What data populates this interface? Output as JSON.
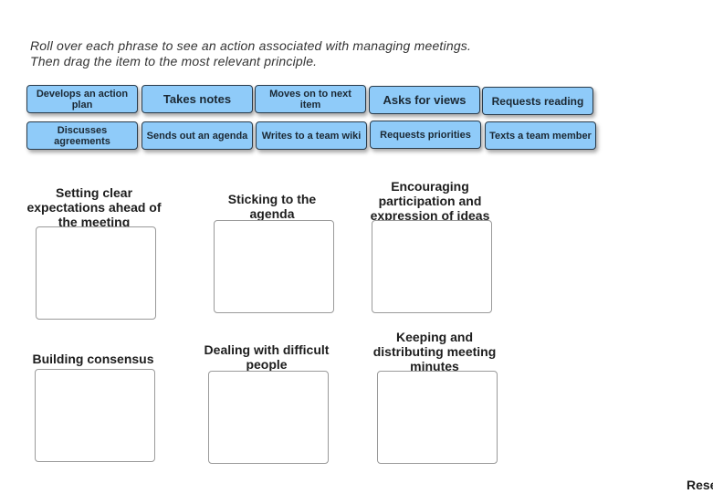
{
  "instructions": {
    "line1": "Roll over each phrase to see an action associated with managing meetings.",
    "line2": "Then drag the item to the most relevant principle."
  },
  "items": [
    "Develops an action plan",
    "Takes notes",
    "Moves on to next item",
    "Asks for views",
    "Requests reading",
    "Discusses agreements",
    "Sends out an agenda",
    "Writes to a team wiki",
    "Requests priorities",
    "Texts a team member"
  ],
  "principles": [
    "Setting clear expectations ahead of the meeting",
    "Sticking to the agenda",
    "Encouraging participation and expression of ideas",
    "Building consensus",
    "Dealing with difficult people",
    "Keeping and distributing meeting minutes"
  ],
  "reset_label": "Reset",
  "colors": {
    "chip_fill": "#8fcbf9",
    "chip_border": "#2a3b4a",
    "drop_border": "#9a9a9a"
  }
}
